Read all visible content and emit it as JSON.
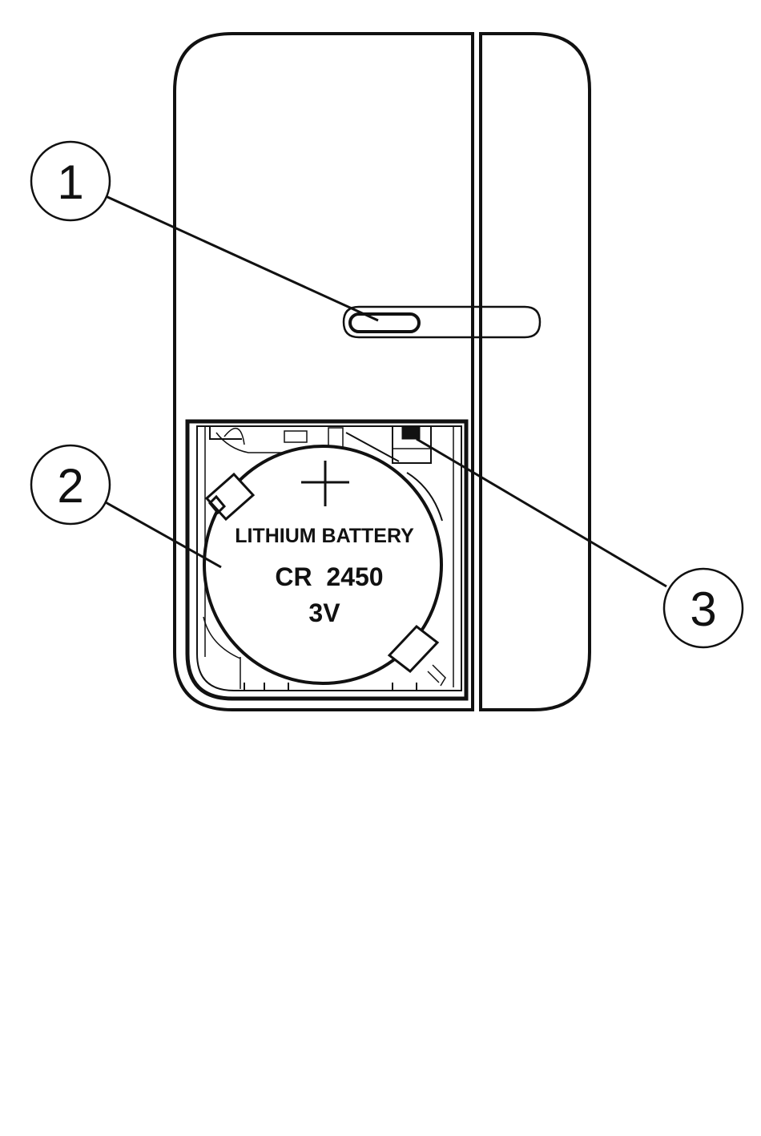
{
  "diagram": {
    "battery": {
      "line1": "LITHIUM BATTERY",
      "line2": "CR  2450",
      "line3": "3V"
    },
    "callouts": [
      {
        "number": "1",
        "target": "led-indicator"
      },
      {
        "number": "2",
        "target": "battery"
      },
      {
        "number": "3",
        "target": "tamper-switch"
      }
    ]
  },
  "colors": {
    "stroke": "#111111",
    "background": "#ffffff"
  }
}
